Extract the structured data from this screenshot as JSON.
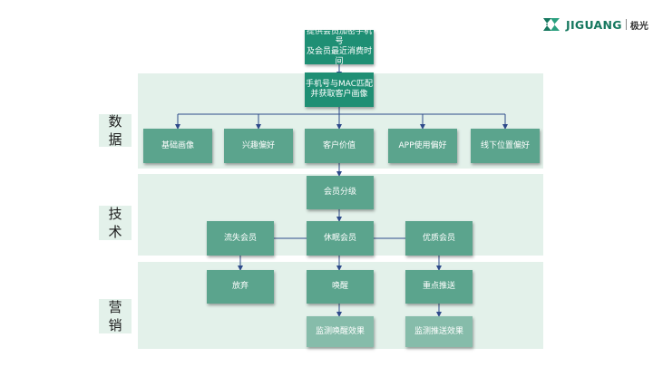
{
  "brand": {
    "name": "JIGUANG",
    "cn_name": "极光",
    "logo_icon": "jiguang-logo-icon",
    "accent": "#1f8f74"
  },
  "sections": {
    "data_label": [
      "数",
      "据"
    ],
    "tech_label": [
      "技",
      "术"
    ],
    "marketing_label": [
      "营",
      "销"
    ]
  },
  "nodes": {
    "source": "提供会员加密手机号\n及会员最近消费时间",
    "match": "手机号与MAC匹配\n并获取客户画像",
    "profiles": [
      "基础画像",
      "兴趣偏好",
      "客户价值",
      "APP使用偏好",
      "线下位置偏好"
    ],
    "grading": "会员分级",
    "lost": "流失会员",
    "dormant": "休眠会员",
    "premium": "优质会员",
    "abandon": "放弃",
    "wake": "唤醒",
    "push": "重点推送",
    "wake_monitor": "监测唤醒效果",
    "push_monitor": "监测推送效果"
  },
  "colors": {
    "band": "#e3f1ea",
    "dark_node": "#1f8f74",
    "mid_node": "#5ba48d",
    "light_node": "#86bcaa",
    "arrow": "#2e4a8a"
  }
}
